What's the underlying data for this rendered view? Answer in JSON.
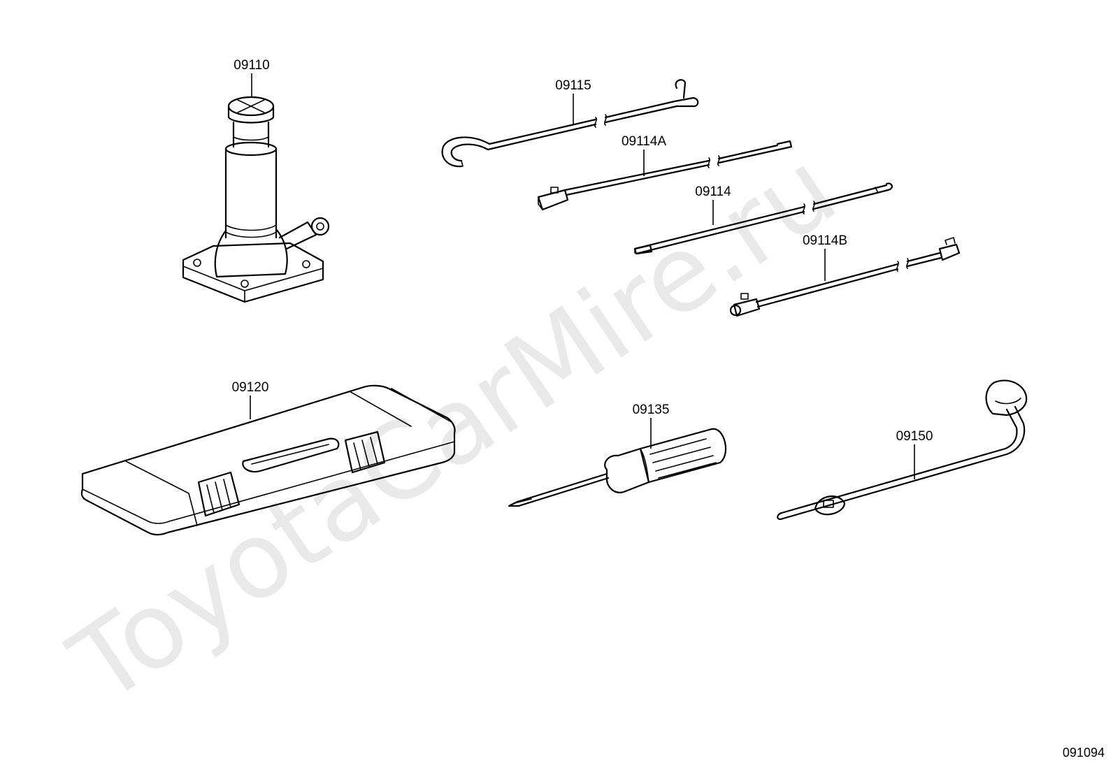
{
  "watermark": "ToyotaCarMire.ru",
  "diagram_code": "091094",
  "parts": [
    {
      "id": "09110"
    },
    {
      "id": "09115"
    },
    {
      "id": "09114A"
    },
    {
      "id": "09114"
    },
    {
      "id": "09114B"
    },
    {
      "id": "09120"
    },
    {
      "id": "09135"
    },
    {
      "id": "09150"
    }
  ]
}
